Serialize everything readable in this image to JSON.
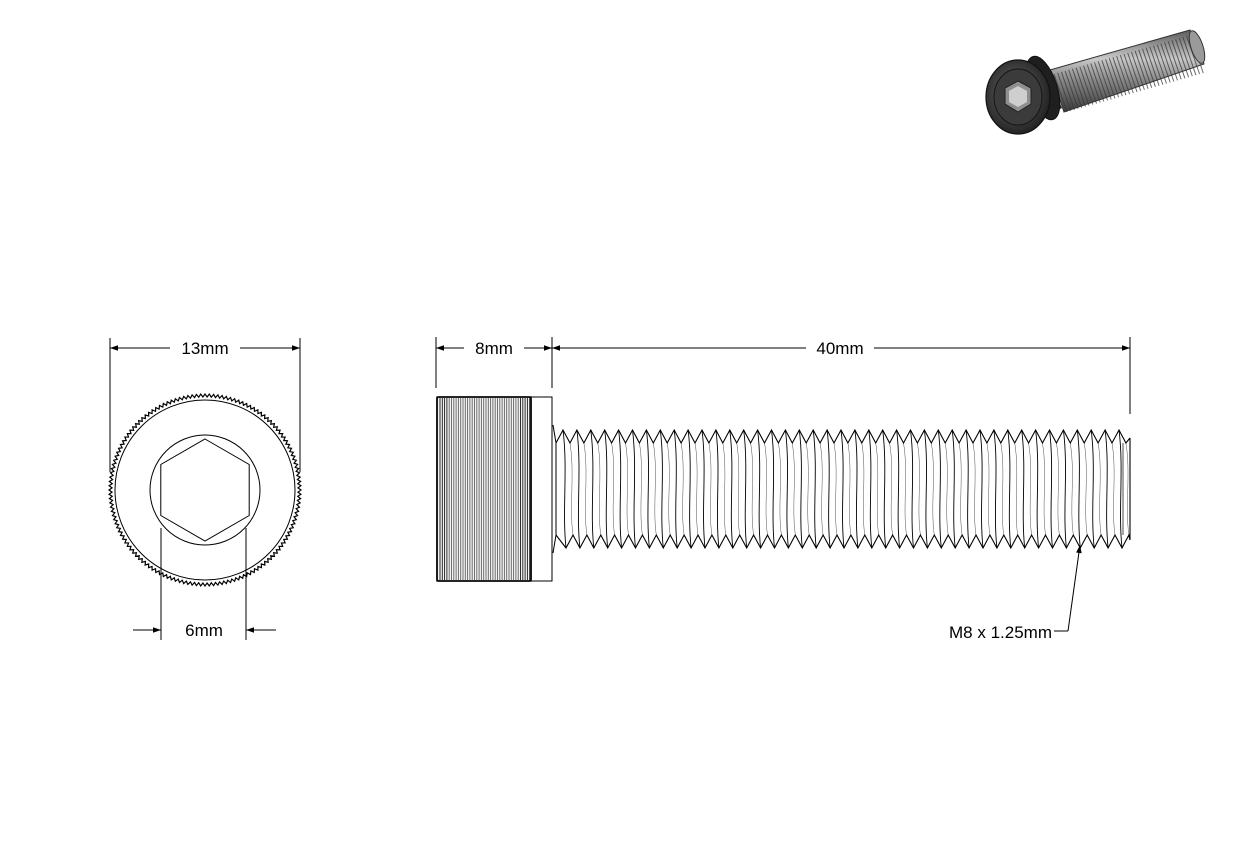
{
  "dimensions": {
    "head_diameter": "13mm",
    "hex_socket": "6mm",
    "head_length": "8mm",
    "shaft_length": "40mm",
    "thread_spec": "M8 x 1.25mm"
  },
  "colors": {
    "line": "#000000",
    "background": "#ffffff",
    "render_dark": "#2a2a2a",
    "render_mid": "#6e6e6e",
    "render_light": "#b8b8b8"
  },
  "icons": {
    "preview": "socket-head-cap-screw-render"
  }
}
